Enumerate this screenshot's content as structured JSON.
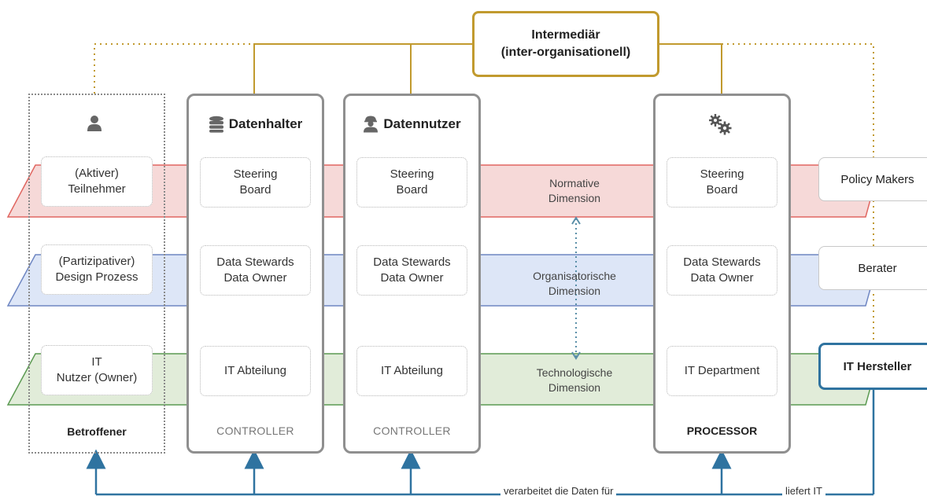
{
  "intermediary": {
    "title": "Intermediär",
    "subtitle": "(inter-organisationell)"
  },
  "dimensions": [
    {
      "label": "Normative\nDimension",
      "color": "#e06660"
    },
    {
      "label": "Organisatorische\nDimension",
      "color": "#6e86c2"
    },
    {
      "label": "Technologische\nDimension",
      "color": "#5b9a52"
    }
  ],
  "columns": [
    {
      "icon": "person-icon",
      "title": "",
      "cells": [
        "(Aktiver)\nTeilnehmer",
        "(Partizipativer)\nDesign Prozess",
        "IT\nNutzer (Owner)"
      ],
      "footer": "Betroffener"
    },
    {
      "icon": "database-icon",
      "title": "Datenhalter",
      "cells": [
        "Steering\nBoard",
        "Data Stewards\nData Owner",
        "IT Abteilung"
      ],
      "footer": "CONTROLLER"
    },
    {
      "icon": "worker-icon",
      "title": "Datennutzer",
      "cells": [
        "Steering\nBoard",
        "Data Stewards\nData Owner",
        "IT Abteilung"
      ],
      "footer": "CONTROLLER"
    },
    {
      "icon": "gears-icon",
      "title": "",
      "cells": [
        "Steering\nBoard",
        "Data Stewards\nData Owner",
        "IT Department"
      ],
      "footer": "PROCESSOR"
    }
  ],
  "right_boxes": [
    "Policy Makers",
    "Berater",
    "IT Hersteller"
  ],
  "bottom_labels": [
    "verarbeitet die Daten für",
    "liefert IT"
  ],
  "colors": {
    "gold": "#c19a2e",
    "blue": "#2f73a0",
    "border_gray": "#8f8f8f"
  }
}
